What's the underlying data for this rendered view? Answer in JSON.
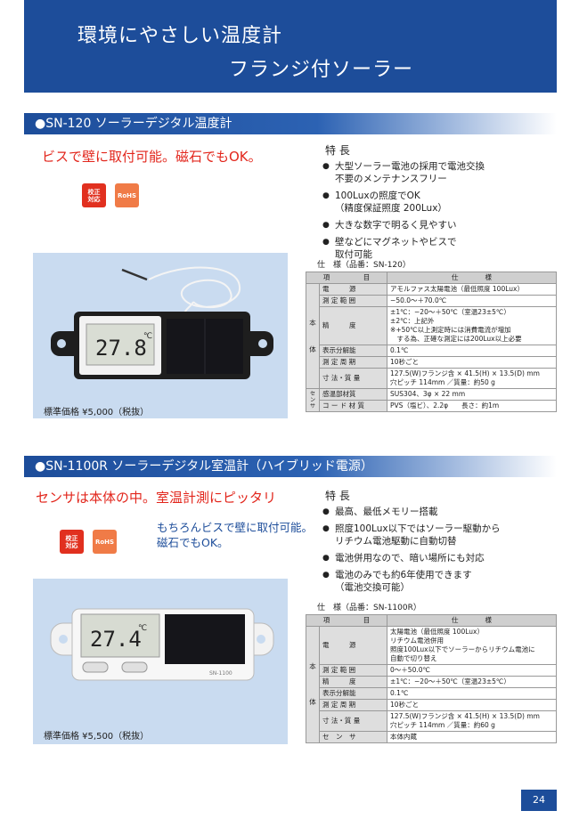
{
  "header": {
    "title_line1": "環境にやさしい温度計",
    "title_line2": "フランジ付ソーラー"
  },
  "product1": {
    "section_title": "●SN-120  ソーラーデジタル温度計",
    "catch": "ビスで壁に取付可能。磁石でもOK。",
    "badge_calib": "校正\n対応",
    "badge_rohs": "RoHS",
    "display_value": "27.8",
    "display_unit": "℃",
    "price": "標準価格 ¥5,000（税抜）",
    "features_title": "特 長",
    "features": [
      {
        "main": "大型ソーラー電池の採用で電池交換",
        "sub": "不要のメンテナンスフリー"
      },
      {
        "main": "100Luxの照度でOK",
        "sub": "（精度保証照度 200Lux）"
      },
      {
        "main": "大きな数字で明るく見やすい",
        "sub": ""
      },
      {
        "main": "壁などにマグネットやビスで",
        "sub": "取付可能"
      }
    ],
    "spec_caption": "仕　様（品番：SN-120）",
    "spec_head_item": "項　　　　　目",
    "spec_head_spec": "仕　　　　様",
    "side_body": "本\n\n\n体",
    "side_sensor": "センサ",
    "spec_rows": [
      {
        "label": "電　　　源",
        "value": "アモルファス太陽電池（最低照度 100Lux）"
      },
      {
        "label": "測 定 範 囲",
        "value": "−50.0〜＋70.0℃"
      },
      {
        "label": "精　　　度",
        "value": "±1℃：−20〜＋50℃（室温23±5℃）\n±2℃：上記外\n※+50℃以上測定時には消費電流が増加\n　する為、正確な測定には200Lux以上必要"
      },
      {
        "label": "表示分解能",
        "value": "0.1℃"
      },
      {
        "label": "測 定 周 期",
        "value": "10秒ごと"
      },
      {
        "label": "寸 法・質 量",
        "value": "127.5(W)フランジ含 × 41.5(H) × 13.5(D) mm\n穴ピッチ 114mm ／質量：約50 g"
      },
      {
        "label": "感温部材質",
        "value": "SUS304、3φ × 22 mm"
      },
      {
        "label": "コ ー ド 材 質",
        "value": "PVS（塩ビ）、2.2φ　　長さ：約1m"
      }
    ]
  },
  "product2": {
    "section_title": "●SN-1100R  ソーラーデジタル室温計（ハイブリッド電源）",
    "catch": "センサは本体の中。室温計測にピッタリ",
    "note_line1": "もちろんビスで壁に取付可能。",
    "note_line2": "磁石でもOK。",
    "badge_calib": "校正\n対応",
    "badge_rohs": "RoHS",
    "display_value": "27.4",
    "display_unit": "℃",
    "model_label": "SN-1100",
    "price": "標準価格 ¥5,500（税抜）",
    "features_title": "特 長",
    "features": [
      {
        "main": "最高、最低メモリー搭載",
        "sub": ""
      },
      {
        "main": "照度100Lux以下ではソーラー駆動から",
        "sub": "リチウム電池駆動に自動切替"
      },
      {
        "main": "電池併用なので、暗い場所にも対応",
        "sub": ""
      },
      {
        "main": "電池のみでも約6年使用できます",
        "sub": "（電池交換可能）"
      }
    ],
    "spec_caption": "仕　様（品番：SN-1100R）",
    "spec_head_item": "項　　　　　目",
    "spec_head_spec": "仕　　　　様",
    "side_body": "本\n\n\n\n体",
    "spec_rows": [
      {
        "label": "電　　　源",
        "value": "太陽電池（最低照度 100Lux）\nリチウム電池併用\n照度100Lux以下でソーラーからリチウム電池に\n自動で切り替え"
      },
      {
        "label": "測 定 範 囲",
        "value": "0〜＋50.0℃"
      },
      {
        "label": "精　　　度",
        "value": "±1℃：−20〜＋50℃（室温23±5℃）"
      },
      {
        "label": "表示分解能",
        "value": "0.1℃"
      },
      {
        "label": "測 定 周 期",
        "value": "10秒ごと"
      },
      {
        "label": "寸 法・質 量",
        "value": "127.5(W)フランジ含 × 41.5(H) × 13.5(D) mm\n穴ピッチ 114mm ／質量：約60 g"
      },
      {
        "label": "セ　ン　サ",
        "value": "本体内蔵"
      }
    ]
  },
  "page_number": "24"
}
